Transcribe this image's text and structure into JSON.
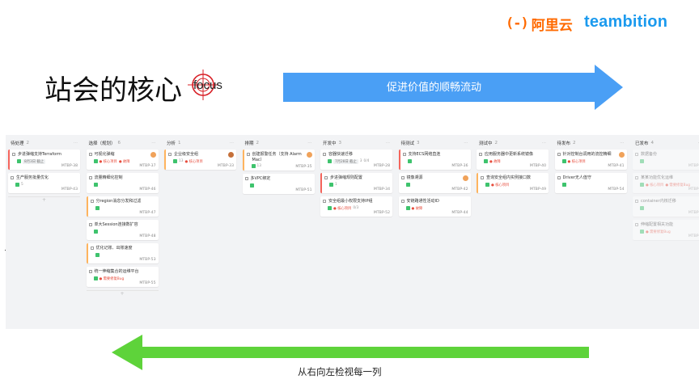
{
  "header": {
    "aliyun_mark": "(-)",
    "aliyun_text": "阿里云",
    "teambition": "teambition"
  },
  "title": "站会的核心",
  "focus_logo_text": "focus",
  "arrow_top_label": "促进价值的顺畅流动",
  "arrow_bottom_label": "从右向左检视每一列",
  "colors": {
    "brand_orange": "#ff6a00",
    "brand_blue": "#1b9aee",
    "arrow_blue": "#4a9ff5",
    "arrow_green": "#5ed33a"
  },
  "board": {
    "columns": [
      {
        "name": "待处理",
        "count": "2",
        "cards": [
          {
            "title": "步进弹缩支持Terraform",
            "meta": [
              "8月3日 截止"
            ],
            "id": "MTBP-38",
            "accent": "red"
          },
          {
            "title": "生产服务批量优化",
            "meta": [
              "5"
            ],
            "id": "MTBP-43",
            "accent": ""
          }
        ],
        "add": "+"
      },
      {
        "name": "选择（规划）",
        "count": "6",
        "cards": [
          {
            "title": "可视化弹缩",
            "meta": [
              "● 核心项目",
              "● 故障"
            ],
            "id": "MTBP-37",
            "accent": "",
            "avatar": true
          },
          {
            "title": "流量精细化控制",
            "meta": [],
            "id": "MTBP-46",
            "accent": ""
          },
          {
            "title": "分region消息分发和过滤",
            "meta": [],
            "id": "MTBP-47",
            "accent": "orange"
          },
          {
            "title": "单大Session连接数扩容",
            "meta": [],
            "id": "MTBP-48",
            "accent": ""
          },
          {
            "title": "优化记账、出账速度",
            "meta": [],
            "id": "MTBP-53",
            "accent": "orange"
          },
          {
            "title": "统一伸缩集合的运维平台",
            "meta": [
              "● 需要修复Bug"
            ],
            "id": "MTBP-55",
            "accent": ""
          }
        ],
        "add": "+"
      },
      {
        "name": "分析",
        "count": "1",
        "cards": [
          {
            "title": "企业级安全组",
            "meta": [
              "13",
              "● 核心项目"
            ],
            "id": "MTBP-33",
            "accent": "orange",
            "avatar": true
          }
        ]
      },
      {
        "name": "排期",
        "count": "2",
        "cards": [
          {
            "title": "创建报警任务（支持 Alarm Mac）",
            "meta": [
              "13"
            ],
            "id": "MTBP-35",
            "accent": "orange",
            "avatar": true
          },
          {
            "title": "多VPC绑定",
            "meta": [],
            "id": "MTBP-51",
            "accent": ""
          }
        ]
      },
      {
        "name": "开发中",
        "count": "3",
        "cards": [
          {
            "title": "容器快速迁移",
            "meta": [
              "7月28日 截止",
              "3",
              "0/4"
            ],
            "id": "MTBP-28",
            "accent": ""
          },
          {
            "title": "步进弹缩规则配置",
            "meta": [
              "1"
            ],
            "id": "MTBP-34",
            "accent": "red"
          },
          {
            "title": "安全组最小权限支持IP组",
            "meta": [
              "● 核心项目",
              "0/3"
            ],
            "id": "MTBP-52",
            "accent": ""
          }
        ]
      },
      {
        "name": "待测试",
        "count": "3",
        "cards": [
          {
            "title": "支持ECS网络直连",
            "meta": [],
            "id": "MTBP-36",
            "accent": "red"
          },
          {
            "title": "镜像溯源",
            "meta": [],
            "id": "MTBP-42",
            "accent": "",
            "avatar": true
          },
          {
            "title": "安链路通性活动ID",
            "meta": [
              "● 故障"
            ],
            "id": "MTBP-44",
            "accent": ""
          }
        ]
      },
      {
        "name": "测试中",
        "count": "2",
        "cards": [
          {
            "title": "应用服务器中更新系统镜像",
            "meta": [
              "● 故障"
            ],
            "id": "MTBP-40",
            "accent": ""
          },
          {
            "title": "查询安全组内实例接口数",
            "meta": [
              "● 核心项目"
            ],
            "id": "MTBP-49",
            "accent": "orange"
          }
        ]
      },
      {
        "name": "待发布",
        "count": "2",
        "cards": [
          {
            "title": "针对控制台调用的流控精细",
            "meta": [
              "● 核心项目"
            ],
            "id": "MTBP-41",
            "accent": "",
            "avatar": true
          },
          {
            "title": "Driver无人值守",
            "meta": [],
            "id": "MTBP-54",
            "accent": ""
          }
        ]
      },
      {
        "name": "已发布",
        "count": "4",
        "cards": [
          {
            "title": "数据备份",
            "meta": [],
            "id": "MTBP-0",
            "accent": "",
            "faded": true
          },
          {
            "title": "某某功能优化运维",
            "meta": [
              "● 核心项目",
              "● 需要修复Bug"
            ],
            "id": "MTBP-2",
            "accent": "",
            "faded": true
          },
          {
            "title": "container内核迁移",
            "meta": [],
            "id": "MTBP-3",
            "accent": "",
            "faded": true
          },
          {
            "title": "伸缩配置相关功能",
            "meta": [
              "● 需要修复Bug"
            ],
            "id": "MTBP-3",
            "accent": "",
            "faded": true
          }
        ]
      }
    ]
  }
}
